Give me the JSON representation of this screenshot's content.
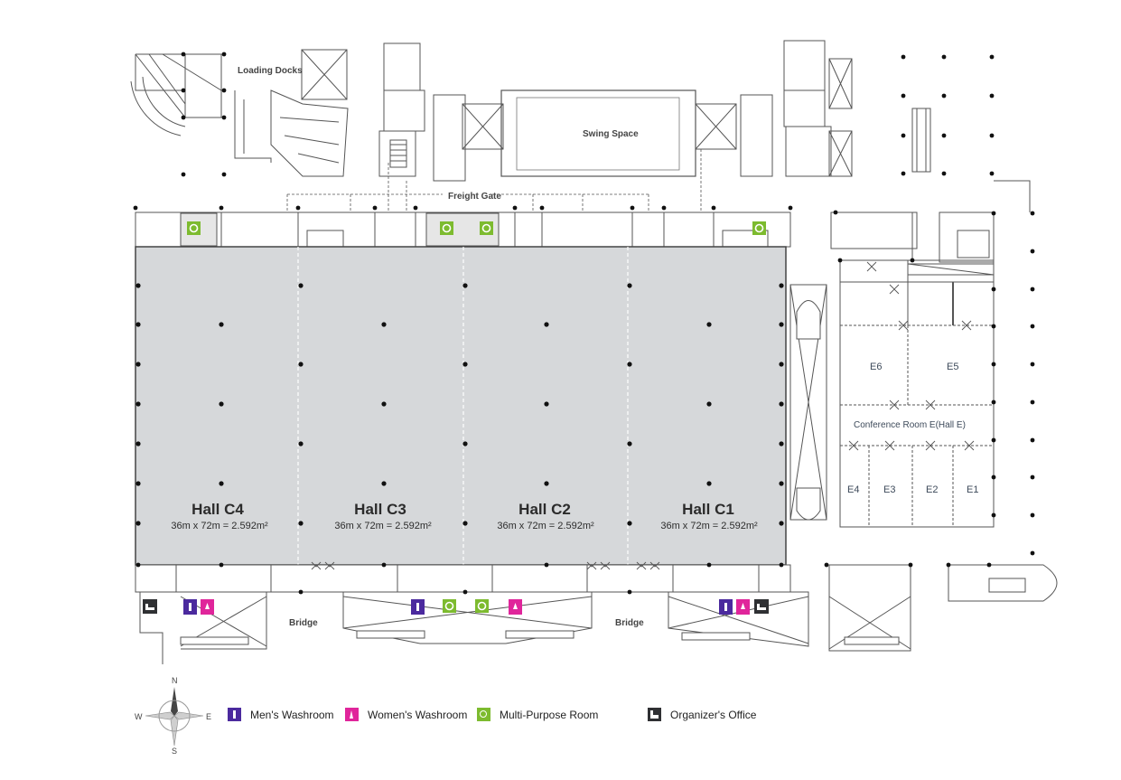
{
  "labels": {
    "loading_docks": "Loading Docks",
    "swing_space": "Swing Space",
    "freight_gate": "Freight Gate",
    "bridge_left": "Bridge",
    "bridge_right": "Bridge",
    "conference_room": "Conference Room E(Hall E)"
  },
  "halls": [
    {
      "name": "Hall C4",
      "size": "36m x 72m = 2.592m²"
    },
    {
      "name": "Hall C3",
      "size": "36m x 72m = 2.592m²"
    },
    {
      "name": "Hall C2",
      "size": "36m x 72m = 2.592m²"
    },
    {
      "name": "Hall C1",
      "size": "36m x 72m = 2.592m²"
    }
  ],
  "rooms_e": [
    "E6",
    "E5",
    "E4",
    "E3",
    "E2",
    "E1"
  ],
  "compass": {
    "n": "N",
    "s": "S",
    "e": "E",
    "w": "W"
  },
  "legend": [
    {
      "label": "Men's Washroom",
      "icon": "mens-washroom-icon",
      "color": "#4b2a9e"
    },
    {
      "label": "Women's Washroom",
      "icon": "womens-washroom-icon",
      "color": "#e0259b"
    },
    {
      "label": "Multi-Purpose Room",
      "icon": "multi-purpose-room-icon",
      "color": "#7dbb2f"
    },
    {
      "label": "Organizer's Office",
      "icon": "organizers-office-icon",
      "color": "#2f3033"
    }
  ],
  "colors": {
    "hall_fill": "#d6d8da",
    "line": "#444444",
    "mens": "#4b2a9e",
    "womens": "#e0259b",
    "multi": "#7dbb2f",
    "office": "#2f3033"
  }
}
